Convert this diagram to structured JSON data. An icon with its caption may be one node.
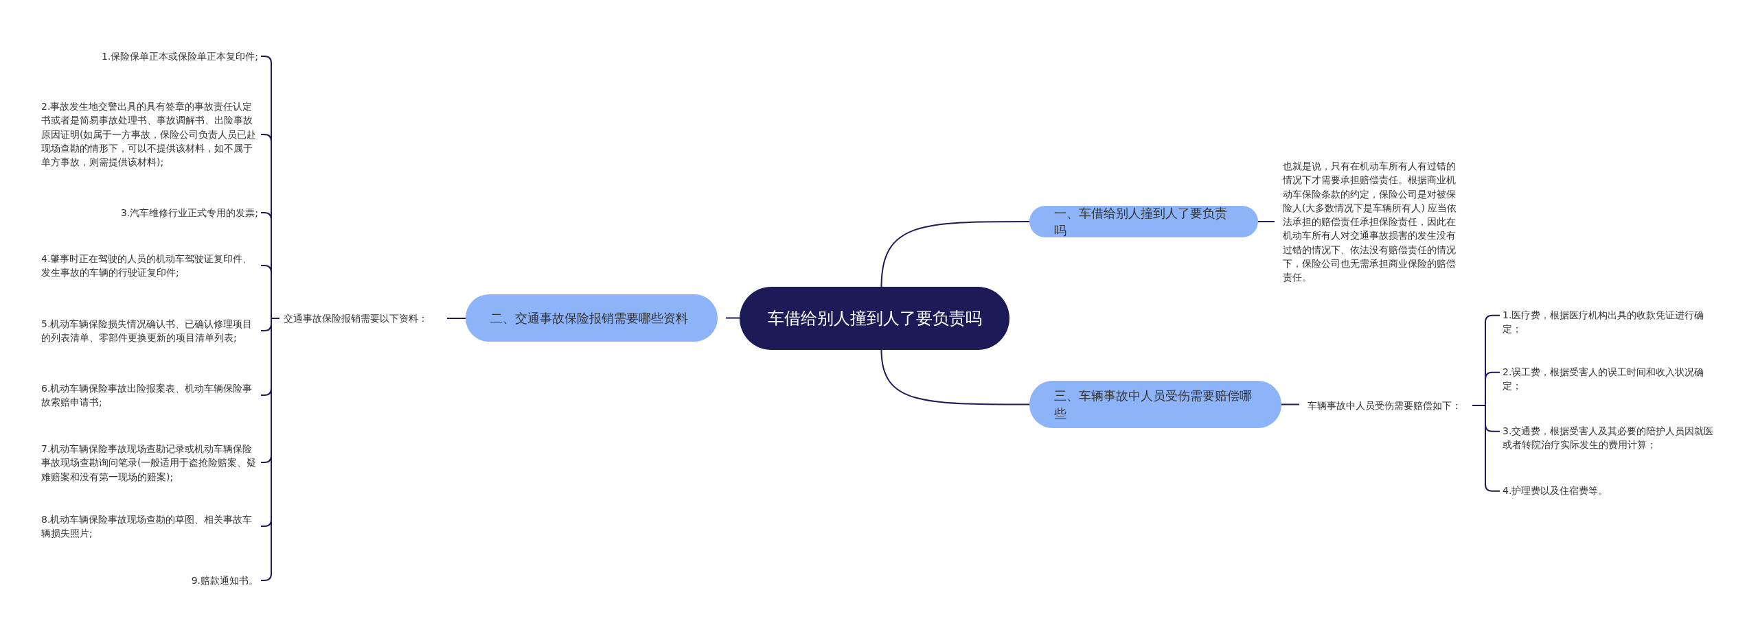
{
  "diagram": {
    "nodes": [
      {
        "text": [
          "车借给别人撞到人了要负责吗"
        ]
      },
      {
        "text": [
          "一、车借给别人撞到人了要负责吗"
        ]
      },
      {
        "text": [
          "也就是说，只有在机动车所有人有过错的情况下才需要承担赔偿责任。根据商业机动车保险条款的约定，保险公司是对被保险人(大多数情况下是车辆所有人) 应当依法承担的赔偿责任承担保险责任，因此在机动车所有人对交通事故损害的发生没有过错的情况下、依法没有赔偿责任的情况下，保险公司也无需承担商业保险的赔偿责任。"
        ]
      },
      {
        "text": [
          "二、交通事故保险报销需要哪些资料"
        ]
      },
      {
        "text": [
          "交通事故保险报销需要以下资料："
        ]
      },
      {
        "text": [
          "1.保险保单正本或保险单正本复印件;"
        ]
      },
      {
        "text": [
          "2.事故发生地交警出具的具有签章的事故责任认定书或者是简易事故处理书、事故调解书、出险事故原因证明(如属于一方事故，保险公司负责人员已赴现场查勘的情形下，可以不提供该材料，如不属于单方事故，则需提供该材料);"
        ]
      },
      {
        "text": [
          "3.汽车维修行业正式专用的发票;"
        ]
      },
      {
        "text": [
          "4.肇事时正在驾驶的人员的机动车驾驶证复印件、发生事故的车辆的行驶证复印件;"
        ]
      },
      {
        "text": [
          "5.机动车辆保险损失情况确认书、已确认修理项目的列表清单、零部件更换更新的项目清单列表;"
        ]
      },
      {
        "text": [
          "6.机动车辆保险事故出险报案表、机动车辆保险事故索赔申请书;"
        ]
      },
      {
        "text": [
          "7.机动车辆保险事故现场查勘记录或机动车辆保险事故现场查勘询问笔录(一般适用于盗抢险赔案、疑难赔案和没有第一现场的赔案);"
        ]
      },
      {
        "text": [
          "8.机动车辆保险事故现场查勘的草图、相关事故车辆损失照片;"
        ]
      },
      {
        "text": [
          "9.赔款通知书。"
        ]
      },
      {
        "text": [
          "三、车辆事故中人员受伤需要赔偿哪些"
        ]
      },
      {
        "text": [
          "车辆事故中人员受伤需要赔偿如下："
        ]
      },
      {
        "text": [
          "1.医疗费，根据医疗机构出具的收款凭证进行确定；"
        ]
      },
      {
        "text": [
          "2.误工费，根据受害人的误工时间和收入状况确定；"
        ]
      },
      {
        "text": [
          "3.交通费，根据受害人及其必要的陪护人员因就医或者转院治疗实际发生的费用计算；"
        ]
      },
      {
        "text": [
          "4.护理费以及住宿费等。"
        ]
      }
    ],
    "edges": [
      {
        "from": 0,
        "to": 1,
        "arrow": "none"
      },
      {
        "from": 1,
        "to": 2,
        "arrow": "none"
      },
      {
        "from": 0,
        "to": 3,
        "arrow": "none"
      },
      {
        "from": 3,
        "to": 4,
        "arrow": "none"
      },
      {
        "from": 4,
        "to": 5,
        "arrow": "none"
      },
      {
        "from": 4,
        "to": 6,
        "arrow": "none"
      },
      {
        "from": 4,
        "to": 7,
        "arrow": "none"
      },
      {
        "from": 4,
        "to": 8,
        "arrow": "none"
      },
      {
        "from": 4,
        "to": 9,
        "arrow": "none"
      },
      {
        "from": 4,
        "to": 10,
        "arrow": "none"
      },
      {
        "from": 4,
        "to": 11,
        "arrow": "none"
      },
      {
        "from": 4,
        "to": 12,
        "arrow": "none"
      },
      {
        "from": 4,
        "to": 13,
        "arrow": "none"
      },
      {
        "from": 0,
        "to": 14,
        "arrow": "none"
      },
      {
        "from": 14,
        "to": 15,
        "arrow": "none"
      },
      {
        "from": 15,
        "to": 16,
        "arrow": "none"
      },
      {
        "from": 15,
        "to": 17,
        "arrow": "none"
      },
      {
        "from": 15,
        "to": 18,
        "arrow": "none"
      },
      {
        "from": 15,
        "to": 19,
        "arrow": "none"
      }
    ]
  }
}
